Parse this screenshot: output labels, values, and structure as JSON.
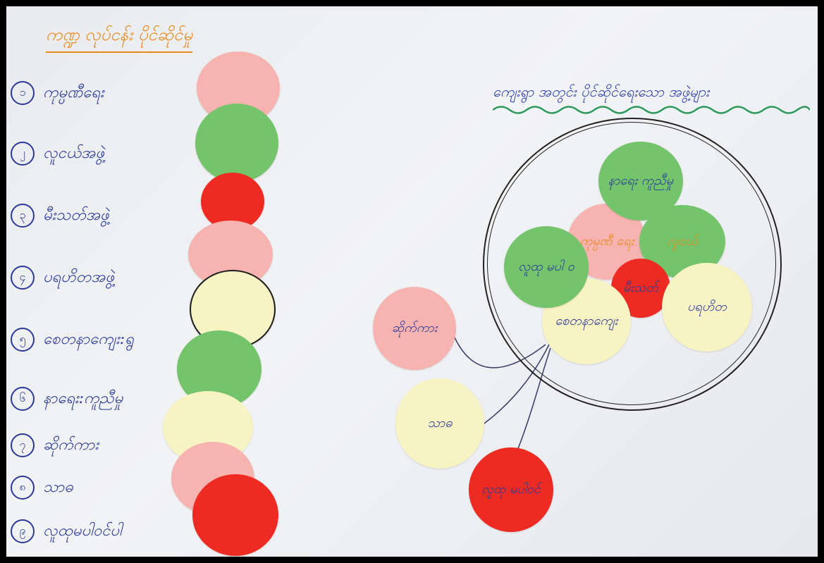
{
  "title_left": "ကဏ္ဍ လုပ်ငန်း ပိုင်ဆိုင်မှု",
  "title_right": "ကျေးရွာ အတွင်း ပိုင်ဆိုင်ရေးသော အဖွဲ့များ",
  "list_items": [
    {
      "num": "၁",
      "label": "ကုမ္ပဏီရေး"
    },
    {
      "num": "၂",
      "label": "လူငယ်အဖွဲ့"
    },
    {
      "num": "၃",
      "label": "မီးသတ်အဖွဲ့"
    },
    {
      "num": "၄",
      "label": "ပရဟိတအဖွဲ့"
    },
    {
      "num": "၅",
      "label": "စေတနာကျေး:ရွ"
    },
    {
      "num": "၆",
      "label": "နာရေး:ကူညီမှု"
    },
    {
      "num": "၇",
      "label": "ဆိုက်ကား"
    },
    {
      "num": "၈",
      "label": "သာဓ"
    },
    {
      "num": "၉",
      "label": "လူထုမပါဝင်ပါ"
    }
  ],
  "discs": {
    "naye": "နာရေး ကူညီမှု",
    "kumpa": "ကုမ္ပဏီ ရေး",
    "luyay": "လူငယ်",
    "luthu_mapa_a": "လူထု မပါ ဝ",
    "mi_that": "မီးသတ်",
    "sayta": "စေတနာကျေး",
    "parahita": "ပရဟိတ",
    "sike_kar": "ဆိုက်ကား",
    "thada": "သာဓ",
    "luthu_mapa_b": "လူထု မပါဝင်"
  },
  "colors": {
    "pink": "#f6b3b0",
    "green": "#73c46a",
    "red": "#ee2b22",
    "cream": "#f7f3c2",
    "ink_blue": "#2b3a9a",
    "orange": "#e98a1e",
    "wavy_green": "#2c9a5a"
  }
}
